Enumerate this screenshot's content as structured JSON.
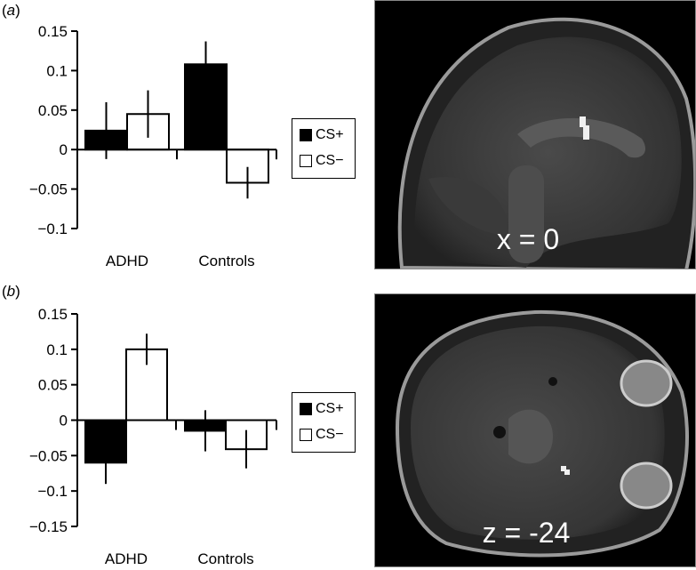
{
  "figure": {
    "panels": [
      {
        "id": "a",
        "label_open": "(",
        "label_letter": "a",
        "label_close": ")",
        "slice_label": "x = 0"
      },
      {
        "id": "b",
        "label_open": "(",
        "label_letter": "b",
        "label_close": ")",
        "slice_label": "z = -24"
      }
    ],
    "legend": {
      "cs_plus": "CS+",
      "cs_minus": "CS−"
    },
    "colors": {
      "cs_plus": "#000000",
      "cs_minus": "#ffffff",
      "brain_bg": "#000000",
      "activation": "#f0f0f0"
    }
  },
  "chart_data": [
    {
      "type": "bar",
      "title": "(a)",
      "categories": [
        "ADHD",
        "Controls"
      ],
      "series": [
        {
          "name": "CS+",
          "values": [
            0.024,
            0.108
          ],
          "error": [
            0.036,
            0.029
          ]
        },
        {
          "name": "CS−",
          "values": [
            0.045,
            -0.042
          ],
          "error": [
            0.03,
            0.02
          ]
        }
      ],
      "xlabel": "",
      "ylabel": "",
      "ylim": [
        -0.1,
        0.15
      ],
      "yticks": [
        0.15,
        0.1,
        0.05,
        0,
        -0.05,
        -0.1
      ],
      "ytick_labels": [
        "0.15",
        "0.1",
        "0.05",
        "0",
        "−0.05",
        "−0.1"
      ],
      "legend_position": "right",
      "grid": false
    },
    {
      "type": "bar",
      "title": "(b)",
      "categories": [
        "ADHD",
        "Controls"
      ],
      "series": [
        {
          "name": "CS+",
          "values": [
            -0.06,
            -0.015
          ],
          "error": [
            0.03,
            0.029
          ]
        },
        {
          "name": "CS−",
          "values": [
            0.1,
            -0.041
          ],
          "error": [
            0.022,
            0.027
          ]
        }
      ],
      "xlabel": "",
      "ylabel": "",
      "ylim": [
        -0.15,
        0.15
      ],
      "yticks": [
        0.15,
        0.1,
        0.05,
        0,
        -0.05,
        -0.1,
        -0.15
      ],
      "ytick_labels": [
        "0.15",
        "0.1",
        "0.05",
        "0",
        "−0.05",
        "−0.1",
        "−0.15"
      ],
      "legend_position": "right",
      "grid": false
    }
  ]
}
